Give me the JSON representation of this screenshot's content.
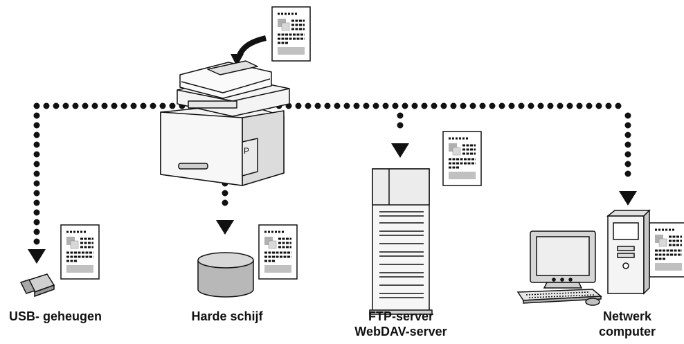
{
  "targets": {
    "usb": {
      "label": "USB- geheugen"
    },
    "hdd": {
      "label": "Harde schijf"
    },
    "ftp": {
      "label_line1": "FTP-server",
      "label_line2": "WebDAV-server"
    },
    "pc": {
      "label_line1": "Netwerk",
      "label_line2": "computer"
    }
  },
  "colors": {
    "line": "#111111",
    "device_light": "#f0f0f0",
    "device_mid": "#c8c8c8",
    "device_dark": "#9a9a9a",
    "doc_block": "#c0c0c0"
  },
  "icons": {
    "printer": "multifunction-printer-icon",
    "document": "document-icon",
    "usb": "usb-stick-icon",
    "hdd": "hard-disk-icon",
    "server": "server-tower-icon",
    "pc": "desktop-computer-icon",
    "arrow": "curved-arrow-icon"
  }
}
